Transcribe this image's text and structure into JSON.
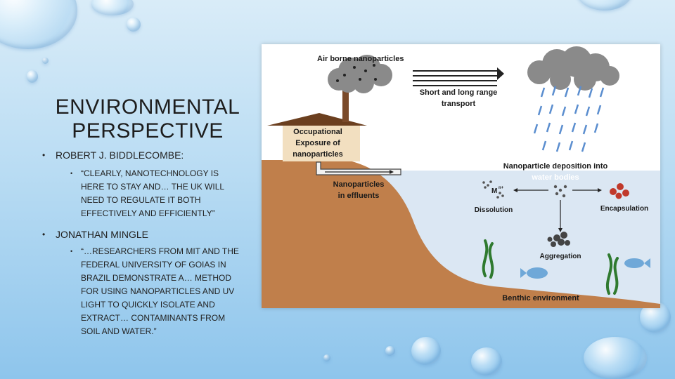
{
  "slide": {
    "title_line1": "ENVIRONMENTAL",
    "title_line2": "PERSPECTIVE",
    "bullets": [
      {
        "label": "ROBERT J. BIDDLECOMBE:",
        "sub": [
          "“CLEARLY, NANOTECHNOLOGY IS",
          "HERE TO STAY AND… THE UK WILL",
          "NEED TO REGULATE IT BOTH",
          "EFFECTIVELY AND EFFICIENTLY”"
        ]
      },
      {
        "label": "JONATHAN MINGLE",
        "sub": [
          "“…RESEARCHERS FROM MIT AND THE",
          "FEDERAL UNIVERSITY OF GOIAS IN",
          "BRAZIL DEMONSTRATE A… METHOD",
          "FOR USING NANOPARTICLES AND UV",
          "LIGHT TO QUICKLY ISOLATE AND",
          "EXTRACT… CONTAMINANTS FROM",
          "SOIL AND WATER.”"
        ]
      }
    ]
  },
  "diagram": {
    "labels": {
      "airborne": "Air borne nanoparticles",
      "transport_1": "Short and long range",
      "transport_2": "transport",
      "occ_1": "Occupational",
      "occ_2": "Exposure of",
      "occ_3": "nanoparticles",
      "deposition_1": "Nanoparticle deposition into",
      "deposition_2": "water bodies",
      "effluents_1": "Nanoparticles",
      "effluents_2": "in effluents",
      "ion": "M",
      "ion_charge": "n+",
      "dissolution": "Dissolution",
      "encapsulation": "Encapsulation",
      "aggregation": "Aggregation",
      "benthic": "Benthic environment"
    },
    "colors": {
      "text": "#1a1a1a",
      "deposition_label": "#ffffff",
      "soil": "#c07f4b",
      "water": "#dbe7f3",
      "smoke": "#8a8a8a",
      "chimney": "#7a4a2a",
      "house_wall": "#f2dfc0",
      "roof": "#6b3f1f",
      "rain": "#5b8ecf",
      "encapsulated_particles": "#c0392b",
      "seaweed": "#2f7a2f",
      "fish": "#6fa8d8"
    }
  }
}
